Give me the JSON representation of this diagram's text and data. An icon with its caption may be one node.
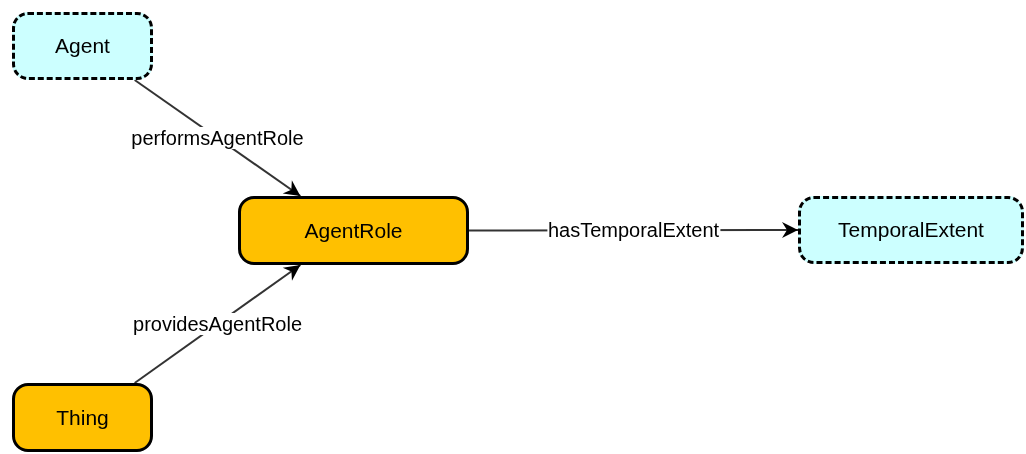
{
  "diagram": {
    "nodes": [
      {
        "text": [
          "Agent"
        ]
      },
      {
        "text": [
          "AgentRole"
        ]
      },
      {
        "text": [
          "TemporalExtent"
        ]
      },
      {
        "text": [
          "Thing"
        ]
      }
    ],
    "edges": [
      {
        "from": 0,
        "to": 1,
        "arrow": "to",
        "label": "performsAgentRole"
      },
      {
        "from": 3,
        "to": 1,
        "arrow": "to",
        "label": "providesAgentRole"
      },
      {
        "from": 1,
        "to": 2,
        "arrow": "to",
        "label": "hasTemporalExtent"
      }
    ]
  }
}
